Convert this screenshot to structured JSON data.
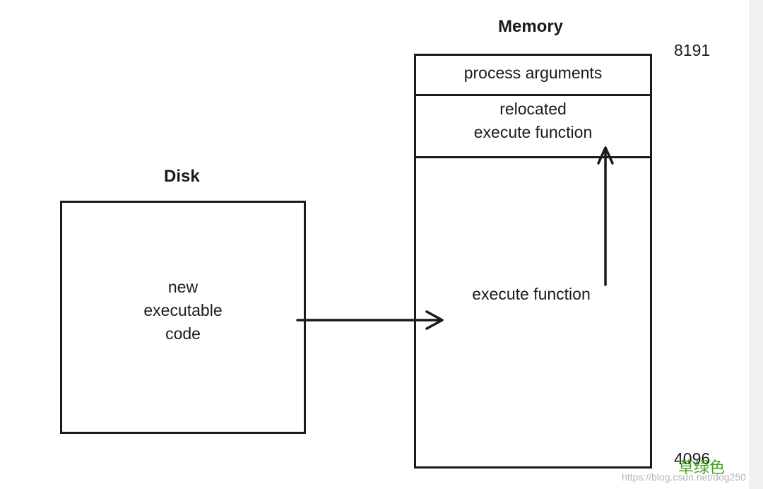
{
  "disk": {
    "heading": "Disk",
    "content_lines": [
      "new",
      "executable",
      "code"
    ]
  },
  "memory": {
    "heading": "Memory",
    "addr_top": "8191",
    "addr_bottom": "4096",
    "sections": {
      "process_arguments": "process arguments",
      "relocated_line1": "relocated",
      "relocated_line2": "execute function",
      "execute_function": "execute function"
    }
  },
  "watermark": {
    "text": "草绿色",
    "url": "https://blog.csdn.net/dog250"
  },
  "colors": {
    "line": "#1a1a1a",
    "watermark_green": "#3fa31a",
    "watermark_gray": "#b5b5b5"
  }
}
